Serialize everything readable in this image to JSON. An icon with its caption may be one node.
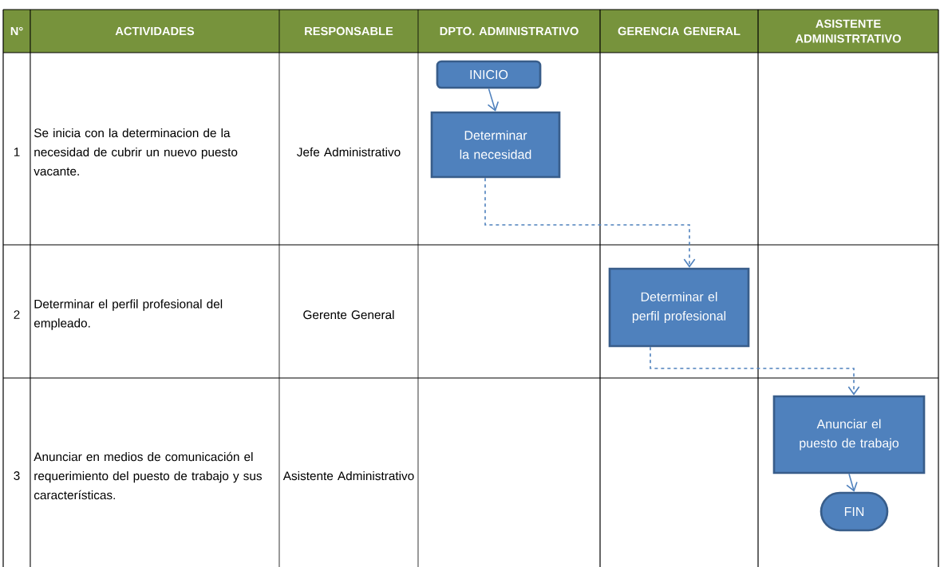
{
  "diagram": {
    "nodes": [
      {
        "text": [
          "INICIO"
        ]
      },
      {
        "text": [
          "Determinar la necesidad"
        ]
      },
      {
        "text": [
          "Determinar el perfil profesional"
        ]
      },
      {
        "text": [
          "Anunciar el puesto de trabajo"
        ]
      },
      {
        "text": [
          "FIN"
        ]
      }
    ],
    "edges": [
      {
        "from": 0,
        "to": 1,
        "arrow": "to"
      },
      {
        "from": 1,
        "to": 2,
        "arrow": "to",
        "style": "dashed"
      },
      {
        "from": 2,
        "to": 3,
        "arrow": "to",
        "style": "dashed"
      },
      {
        "from": 3,
        "to": 4,
        "arrow": "to"
      }
    ],
    "labels": [
      "N°",
      "ACTIVIDADES",
      "RESPONSABLE",
      "DPTO. ADMINISTRATIVO",
      "GERENCIA GENERAL",
      "ASISTENTE ADMINISTRTATIVO",
      "1",
      "Se inicia con la determinacion de la necesidad de cubrir un nuevo puesto vacante.",
      "Jefe Administrativo",
      "2",
      "Determinar el perfil profesional del empleado.",
      "Gerente General",
      "3",
      "Anunciar en medios de comunicación el requerimiento del puesto de trabajo y sus características.",
      "Asistente Administrativo"
    ]
  }
}
